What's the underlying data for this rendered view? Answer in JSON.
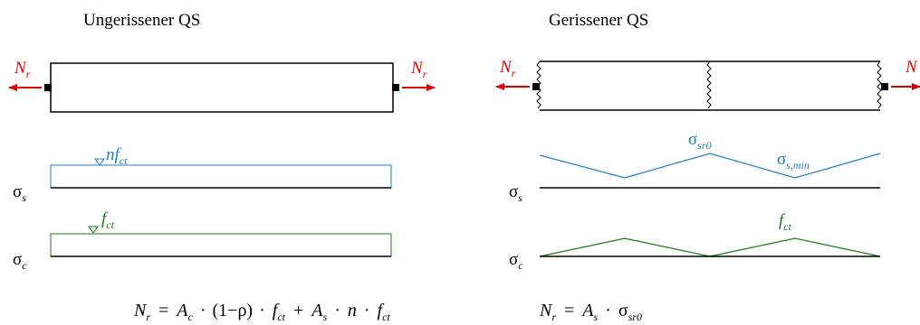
{
  "left": {
    "title": "Ungerissener QS",
    "force": {
      "main": "N",
      "sub": "r"
    },
    "steel_stress_label": {
      "main": "nf",
      "sub": "ct"
    },
    "concrete_stress_label": {
      "main": "f",
      "sub": "ct"
    },
    "sigma_s": {
      "main": "σ",
      "sub": "s"
    },
    "sigma_c": {
      "main": "σ",
      "sub": "c"
    },
    "formula": {
      "lhs": "N",
      "lhs_sub": "r",
      "eq": "=",
      "t1": "A",
      "t1_sub": "c",
      "dot": "·",
      "paren": "(1−ρ)",
      "t2": "f",
      "t2_sub": "ct",
      "plus": "+",
      "t3": "A",
      "t3_sub": "s",
      "n": "n",
      "t4": "f",
      "t4_sub": "ct"
    }
  },
  "right": {
    "title": "Gerissener QS",
    "force": {
      "main": "N",
      "sub": "r"
    },
    "force_right": {
      "main": "N"
    },
    "peak_label": {
      "main": "σ",
      "sub": "sr0"
    },
    "min_label": {
      "main": "σ",
      "sub": "s,min"
    },
    "concrete_stress_label": {
      "main": "f",
      "sub": "ct"
    },
    "sigma_s": {
      "main": "σ",
      "sub": "s"
    },
    "sigma_c": {
      "main": "σ",
      "sub": "c"
    },
    "formula": {
      "lhs": "N",
      "lhs_sub": "r",
      "eq": "=",
      "t1": "A",
      "t1_sub": "s",
      "dot": "·",
      "t2": "σ",
      "t2_sub": "sr0"
    }
  },
  "colors": {
    "steel": "#1a7fc0",
    "concrete": "#1a7a1a",
    "force": "#e00000",
    "line": "#000000"
  }
}
